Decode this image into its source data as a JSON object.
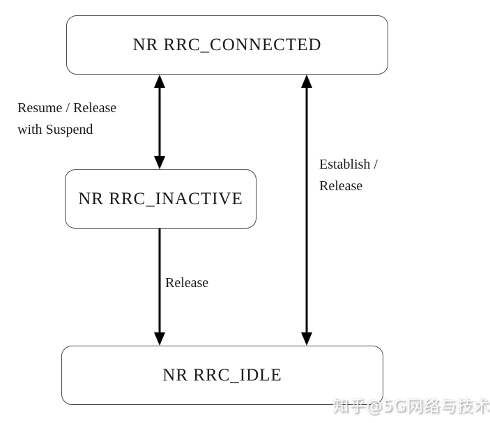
{
  "states": [
    {
      "label": "NR RRC_CONNECTED"
    },
    {
      "label": "NR RRC_INACTIVE"
    },
    {
      "label": "NR RRC_IDLE"
    }
  ],
  "transitions": [
    {
      "name": "connected-inactive",
      "direction": "bidirectional",
      "lines": [
        "Resume / Release",
        "with Suspend"
      ]
    },
    {
      "name": "connected-idle",
      "direction": "bidirectional",
      "lines": [
        "Establish /",
        "Release"
      ]
    },
    {
      "name": "inactive-idle",
      "direction": "down",
      "lines": [
        "Release"
      ]
    }
  ],
  "watermark": {
    "text": "知乎@5G网络与技术"
  },
  "colors": {
    "background": "#ffffff",
    "box_border": "#4a4a4a",
    "arrow": "#000000",
    "text": "#1a1a1a"
  }
}
